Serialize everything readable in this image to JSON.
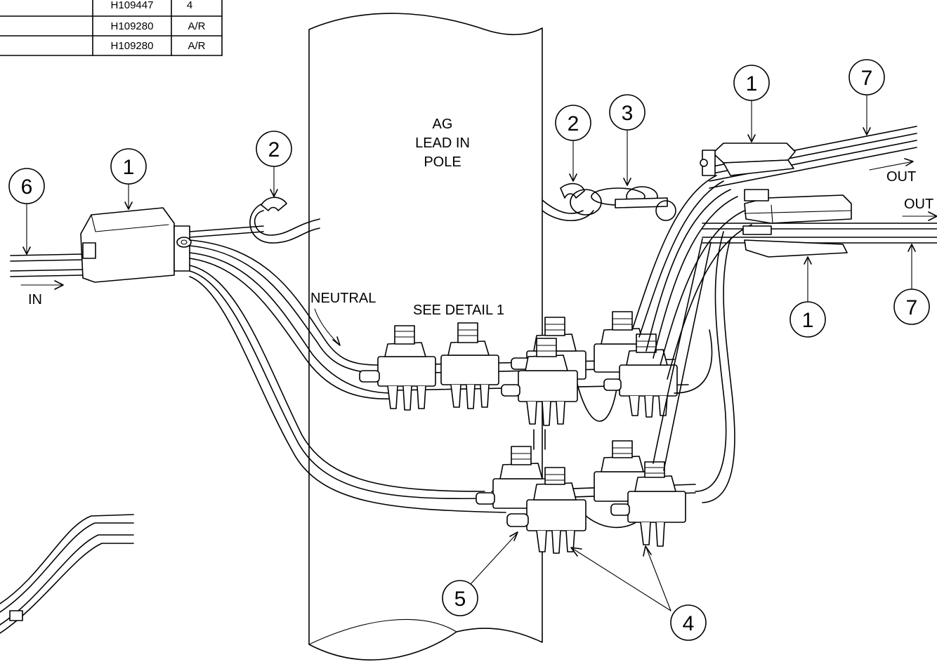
{
  "parts_table": {
    "rows": [
      {
        "part_no": "H109447",
        "qty": "4"
      },
      {
        "part_no": "H109280",
        "qty": "A/R"
      },
      {
        "part_no": "H109280",
        "qty": "A/R"
      }
    ]
  },
  "pole": {
    "label_lines": [
      "AG",
      "LEAD IN",
      "POLE"
    ]
  },
  "labels": {
    "neutral": "NEUTRAL",
    "detail": "SEE DETAIL 1",
    "in": "IN",
    "out_upper": "OUT",
    "out_lower": "OUT"
  },
  "callouts": [
    {
      "id": "callout-1-left",
      "text": "1"
    },
    {
      "id": "callout-2-left",
      "text": "2"
    },
    {
      "id": "callout-6",
      "text": "6"
    },
    {
      "id": "callout-2-right",
      "text": "2"
    },
    {
      "id": "callout-3",
      "text": "3"
    },
    {
      "id": "callout-1-top-right",
      "text": "1"
    },
    {
      "id": "callout-7-top",
      "text": "7"
    },
    {
      "id": "callout-1-bottom-right",
      "text": "1"
    },
    {
      "id": "callout-7-bottom",
      "text": "7"
    },
    {
      "id": "callout-5",
      "text": "5"
    },
    {
      "id": "callout-4",
      "text": "4"
    }
  ]
}
